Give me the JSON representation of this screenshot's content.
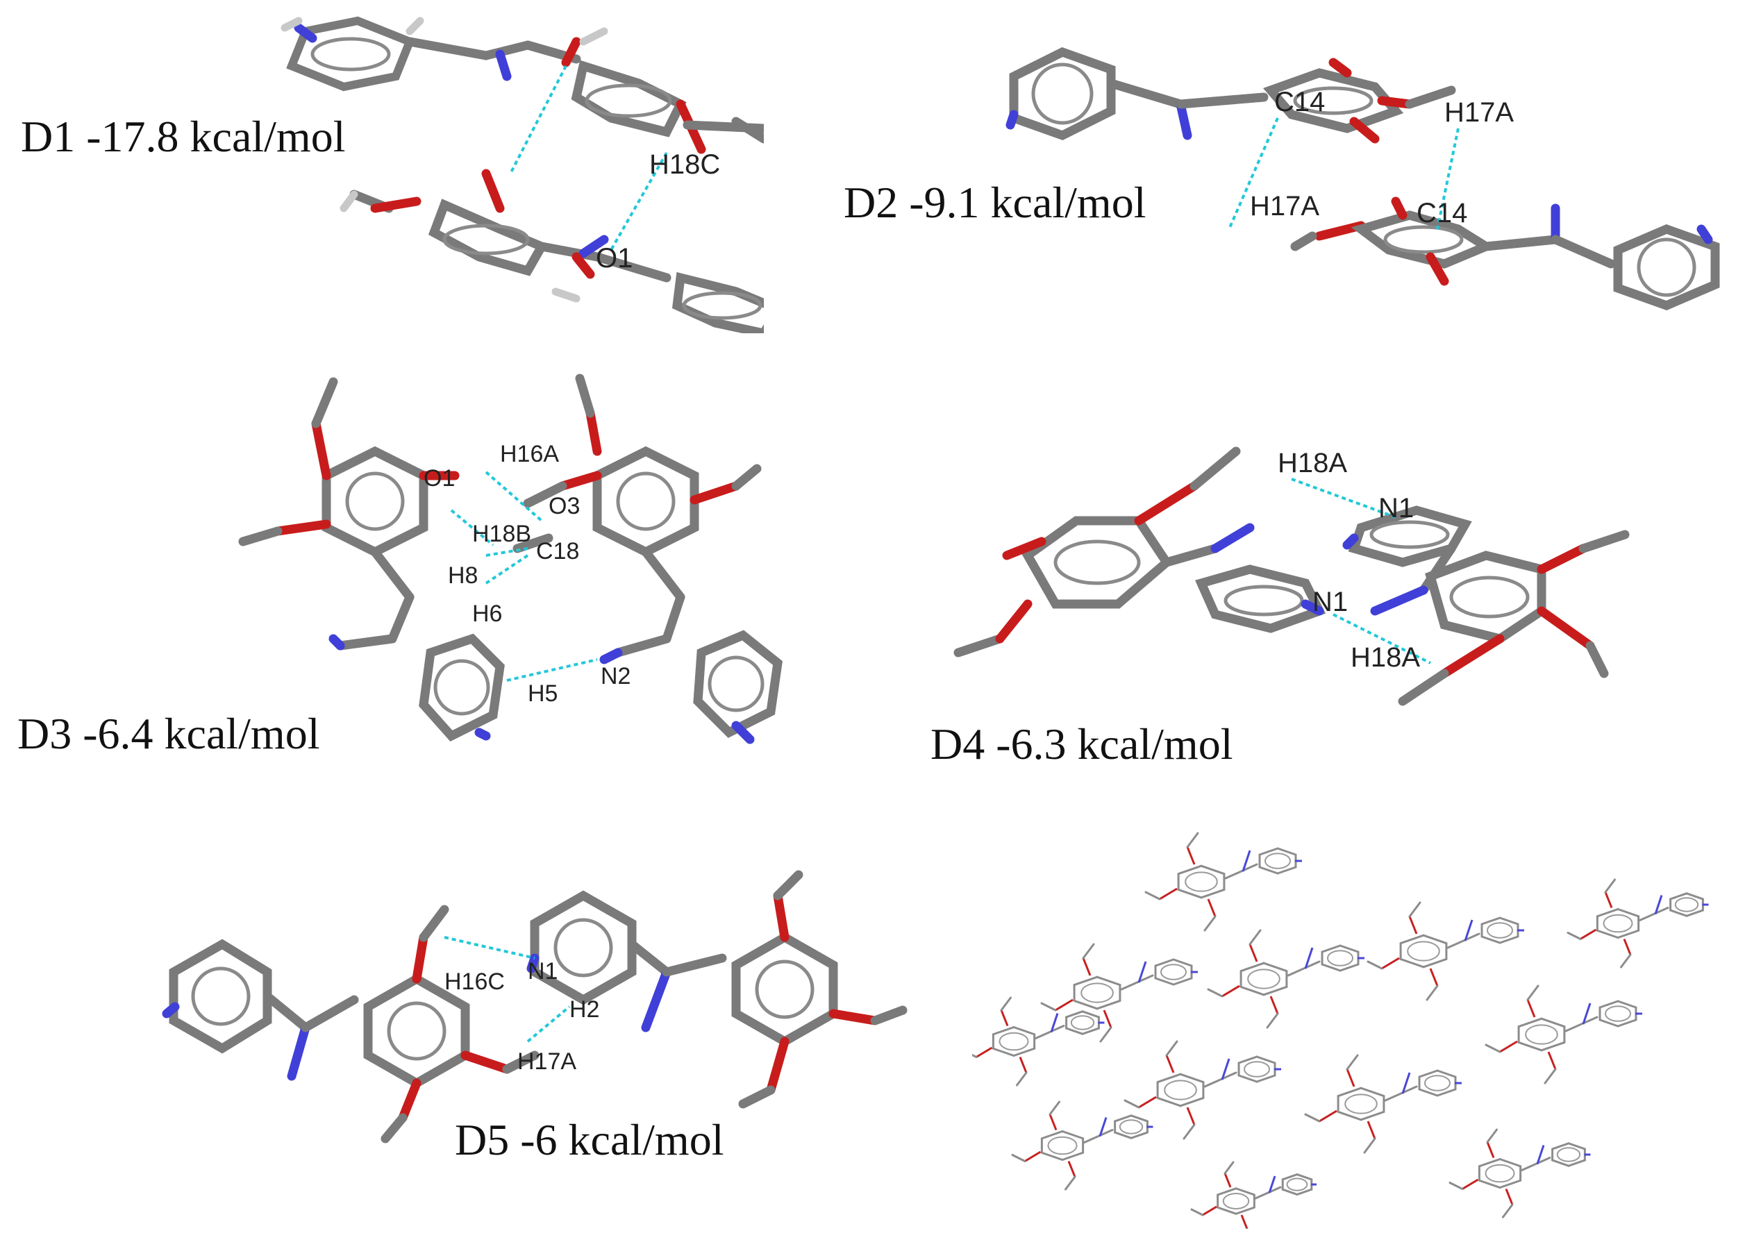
{
  "panels": [
    {
      "id": "D1",
      "energy_label": "D1 -17.8 kcal/mol",
      "atom_labels": [
        "H18C",
        "O1"
      ]
    },
    {
      "id": "D2",
      "energy_label": "D2 -9.1 kcal/mol",
      "atom_labels": [
        "C14",
        "H17A",
        "H17A",
        "C14"
      ]
    },
    {
      "id": "D3",
      "energy_label": "D3 -6.4 kcal/mol",
      "atom_labels": [
        "O1",
        "H16A",
        "O3",
        "H18B",
        "C18",
        "H8",
        "H6",
        "H5",
        "N2"
      ]
    },
    {
      "id": "D4",
      "energy_label": "D4 -6.3 kcal/mol",
      "atom_labels": [
        "H18A",
        "N1",
        "N1",
        "H18A"
      ]
    },
    {
      "id": "D5",
      "energy_label": "D5 -6 kcal/mol",
      "atom_labels": [
        "H16C",
        "N1",
        "H2",
        "H17A"
      ]
    }
  ],
  "colors": {
    "carbon": "#7a7a7a",
    "oxygen": "#c81c1c",
    "nitrogen": "#4040d8",
    "hydrogen": "#c8c8c8",
    "contact": "#22c8d8"
  }
}
